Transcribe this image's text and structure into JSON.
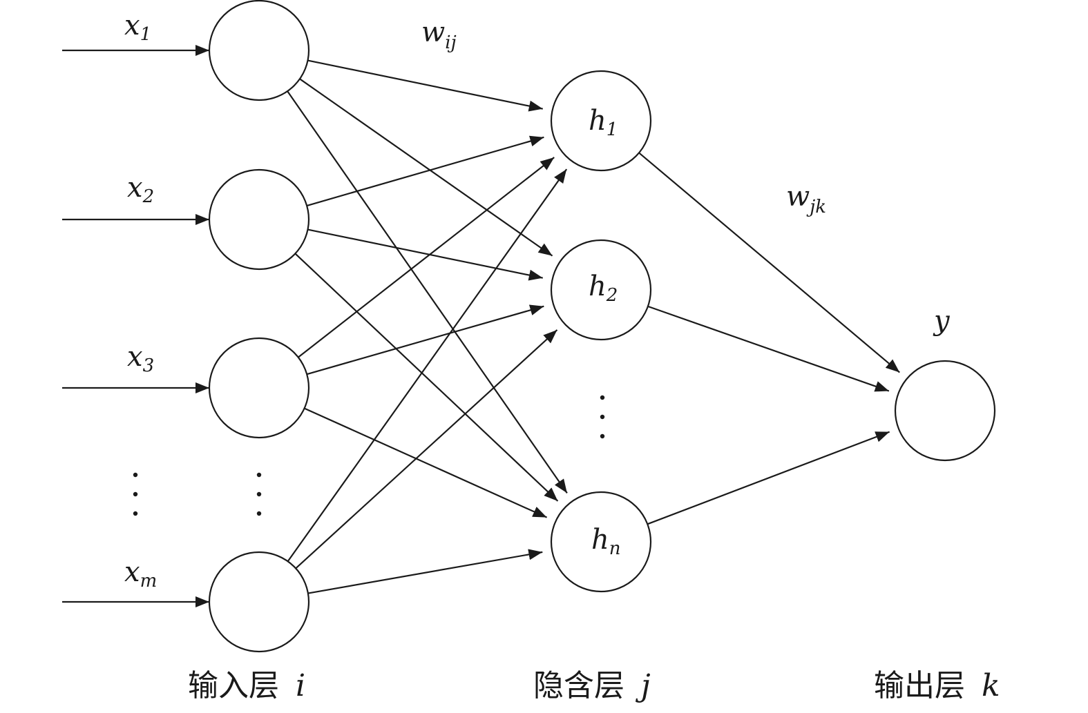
{
  "inputs": [
    {
      "main": "x",
      "sub": "1"
    },
    {
      "main": "x",
      "sub": "2"
    },
    {
      "main": "x",
      "sub": "3"
    },
    {
      "main": "x",
      "sub": "m"
    }
  ],
  "hidden": [
    {
      "main": "h",
      "sub": "1"
    },
    {
      "main": "h",
      "sub": "2"
    },
    {
      "main": "h",
      "sub": "n"
    }
  ],
  "output": {
    "main": "y"
  },
  "weights": {
    "input_hidden": {
      "main": "w",
      "sub": "ij"
    },
    "hidden_output": {
      "main": "w",
      "sub": "jk"
    }
  },
  "layers": {
    "input": {
      "name": "输入层",
      "var": "i"
    },
    "hidden": {
      "name": "隐含层",
      "var": "j"
    },
    "output": {
      "name": "输出层",
      "var": "k"
    }
  }
}
